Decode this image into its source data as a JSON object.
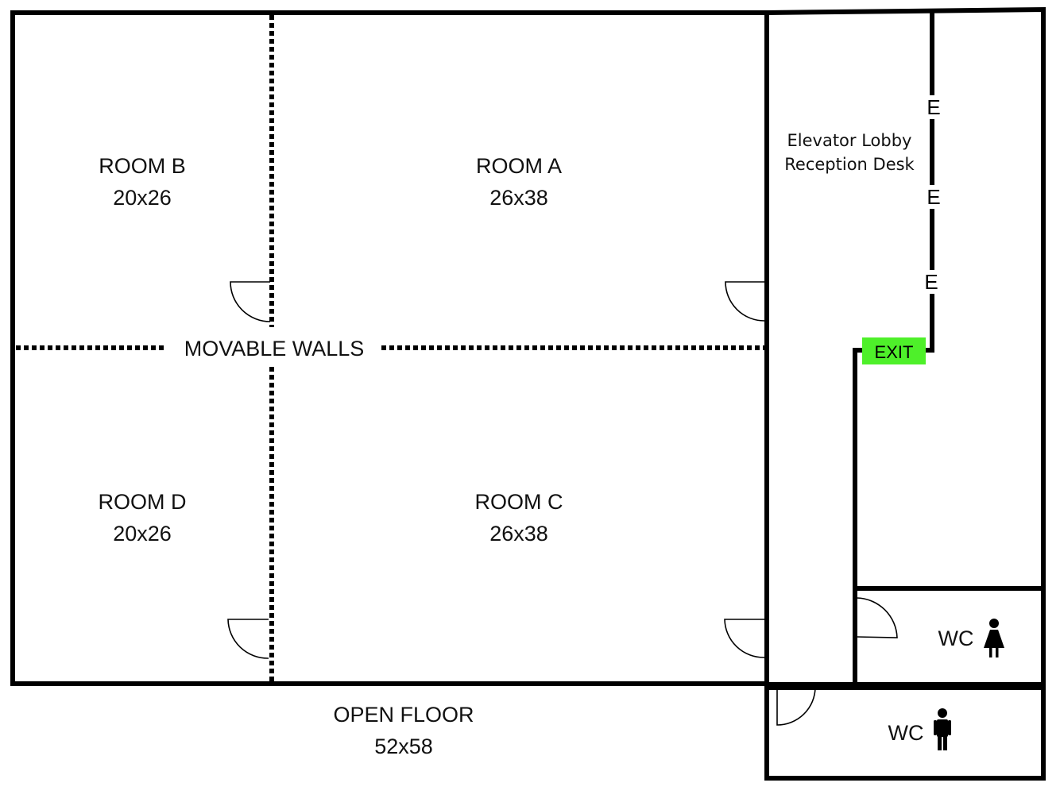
{
  "rooms": {
    "room_b": {
      "name": "ROOM B",
      "size": "20x26"
    },
    "room_a": {
      "name": "ROOM A",
      "size": "26x38"
    },
    "room_d": {
      "name": "ROOM D",
      "size": "20x26"
    },
    "room_c": {
      "name": "ROOM C",
      "size": "26x38"
    },
    "open_floor": {
      "name": "OPEN FLOOR",
      "size": "52x58"
    }
  },
  "movable_walls_label": "MOVABLE WALLS",
  "lobby": {
    "line1": "Elevator Lobby",
    "line2": "Reception Desk"
  },
  "elevators": [
    "E",
    "E",
    "E"
  ],
  "exit_label": "EXIT",
  "wc_women": {
    "label": "WC",
    "icon": "woman-icon"
  },
  "wc_men": {
    "label": "WC",
    "icon": "man-icon"
  },
  "colors": {
    "exit": "#4ef02a",
    "walls": "#000000"
  }
}
